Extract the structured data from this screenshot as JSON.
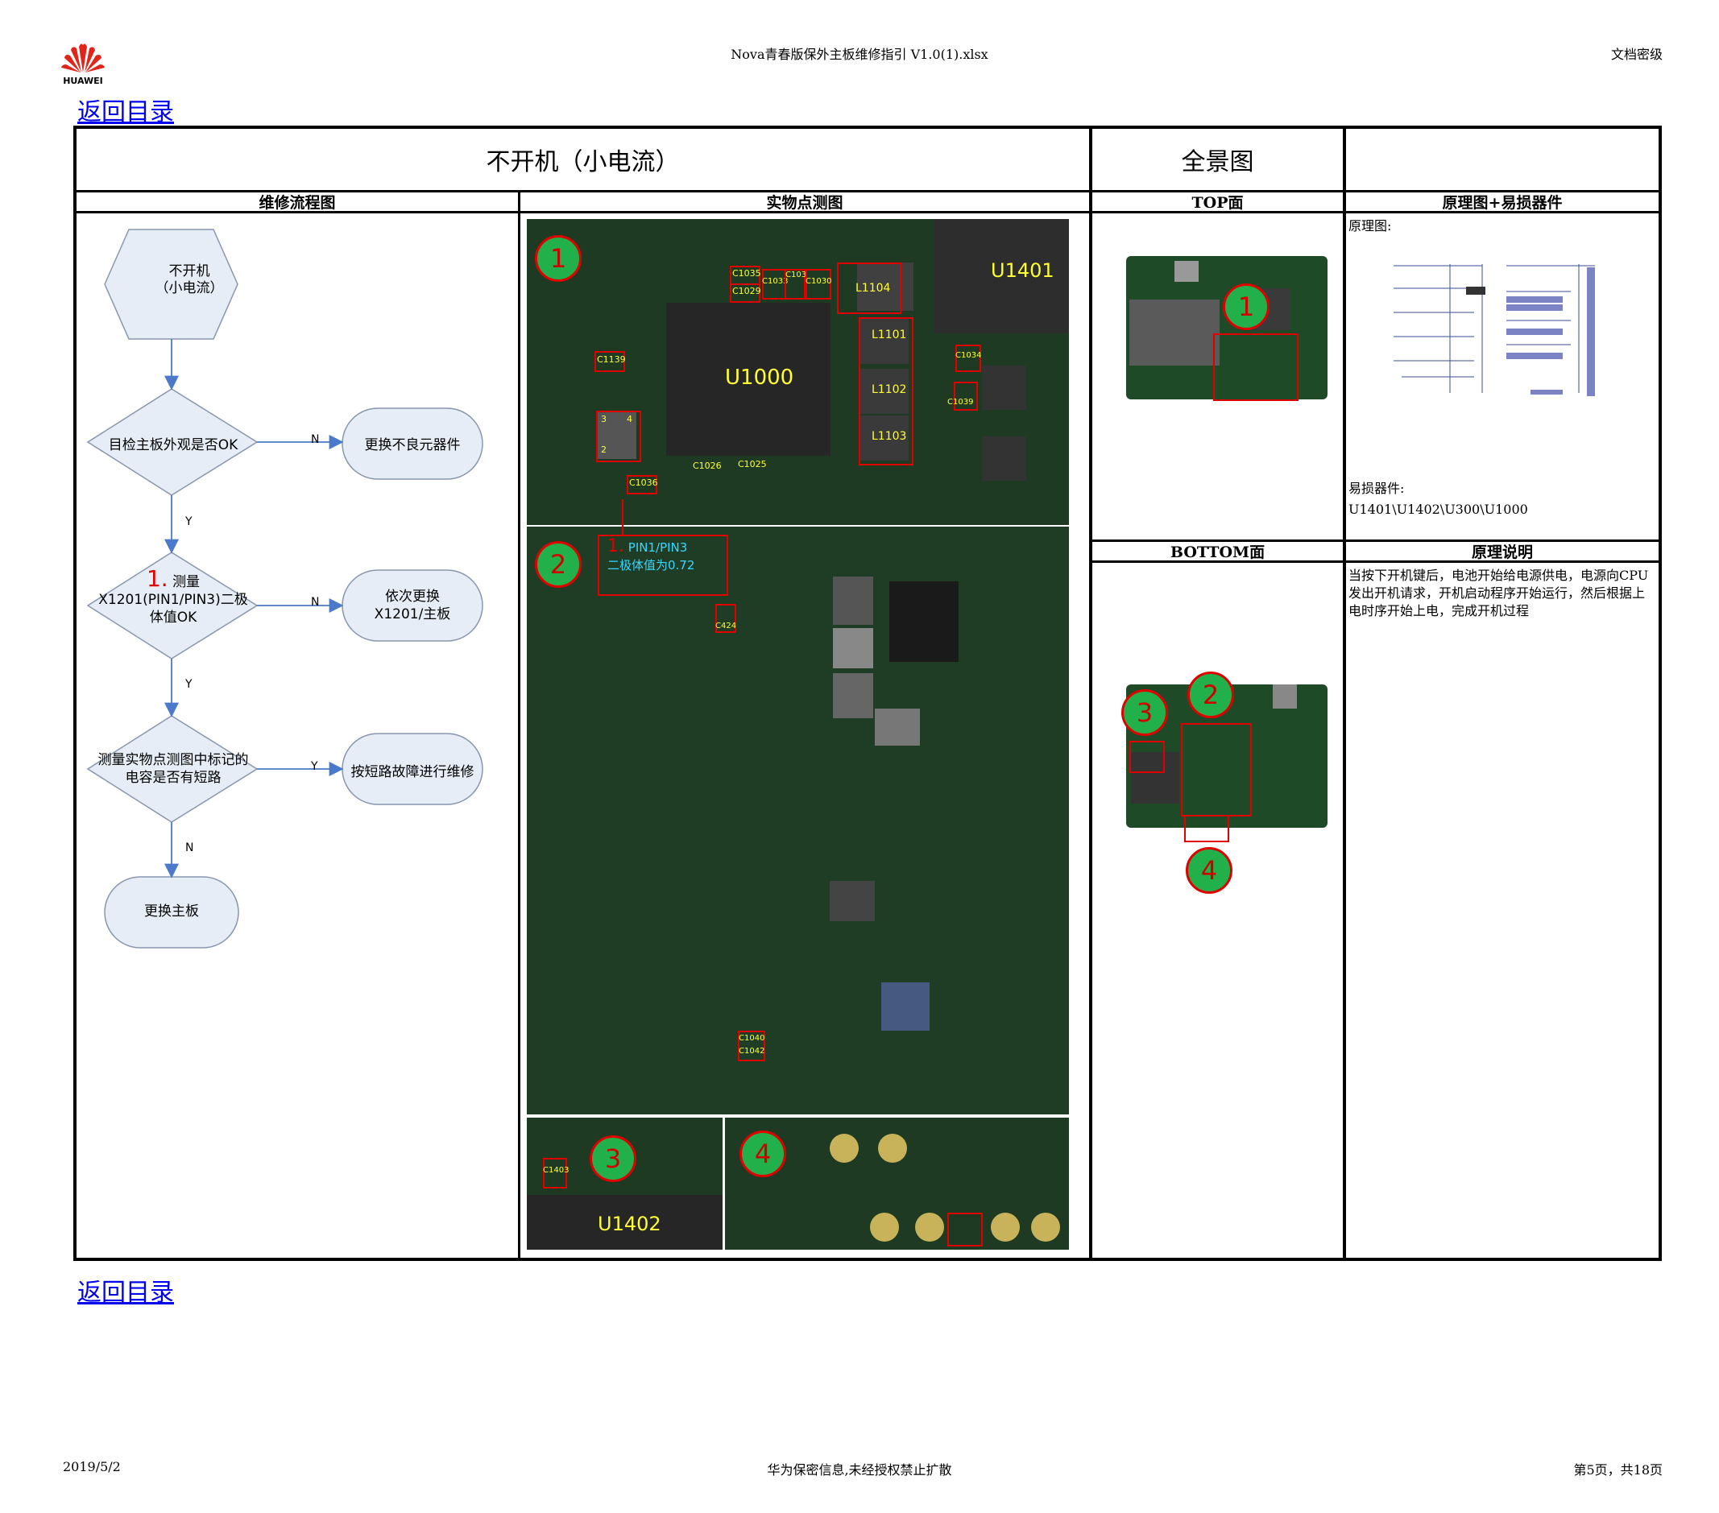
{
  "header": {
    "file_title": "Nova青春版保外主板维修指引 V1.0(1).xlsx",
    "classification": "文档密级",
    "logo_text": "HUAWEI"
  },
  "nav": {
    "back_link": "返回目录"
  },
  "table": {
    "title": "不开机（小电流）",
    "panorama_title": "全景图",
    "col_flow": "维修流程图",
    "col_photo": "实物点测图",
    "col_top": "TOP面",
    "col_bottom": "BOTTOM面",
    "col_schematic": "原理图+易损器件",
    "col_principle": "原理说明",
    "schematic_label": "原理图:",
    "vulnerable_label": "易损器件:",
    "vulnerable_parts": "U1401\\U1402\\U300\\U1000",
    "principle_text": "当按下开机键后，电池开始给电源供电，电源向CPU发出开机请求，开机启动程序开始运行，然后根据上电时序开始上电，完成开机过程"
  },
  "flow": {
    "start_line1": "不开机",
    "start_line2": "（小电流）",
    "d1": "目检主板外观是否OK",
    "a1": "更换不良元器件",
    "d2_num": "1.",
    "d2_line1": "测量",
    "d2_line2": "X1201(PIN1/PIN3)二极",
    "d2_line3": "体值OK",
    "a2_line1": "依次更换",
    "a2_line2": "X1201/主板",
    "d3_line1": "测量实物点测图中标记的",
    "d3_line2": "电容是否有短路",
    "a3": "按短路故障进行维修",
    "end": "更换主板",
    "y": "Y",
    "n": "N"
  },
  "photo": {
    "markers": [
      "1",
      "2",
      "3",
      "4"
    ],
    "u1401": "U1401",
    "u1000": "U1000",
    "u1402": "U1402",
    "l1104": "L1104",
    "l1101": "L1101",
    "l1102": "L1102",
    "l1103": "L1103",
    "c1035": "C1035",
    "c1029": "C1029",
    "c1033": "C1033",
    "c103": "C103",
    "c1030": "C1030",
    "c1034": "C1034",
    "c1039": "C1039",
    "c1139": "C1139",
    "c1026": "C1026",
    "c1025": "C1025",
    "c1036": "C1036",
    "c424": "C424",
    "c1040": "C1040",
    "c1042": "C1042",
    "c1403": "C1403",
    "pin_num": "1.",
    "pin_label": "PIN1/PIN3",
    "pin_value": "二极体值为0.72",
    "pad_3": "3",
    "pad_4": "4",
    "pad_2": "2"
  },
  "footer": {
    "date": "2019/5/2",
    "notice": "华为保密信息,未经授权禁止扩散",
    "page": "第5页，共18页"
  },
  "colors": {
    "flow_fill": "#e6edf6",
    "flow_stroke": "#8896ad",
    "arrow": "#4a7ac9",
    "marker_fill": "#22b04b",
    "marker_border": "#e00000"
  }
}
